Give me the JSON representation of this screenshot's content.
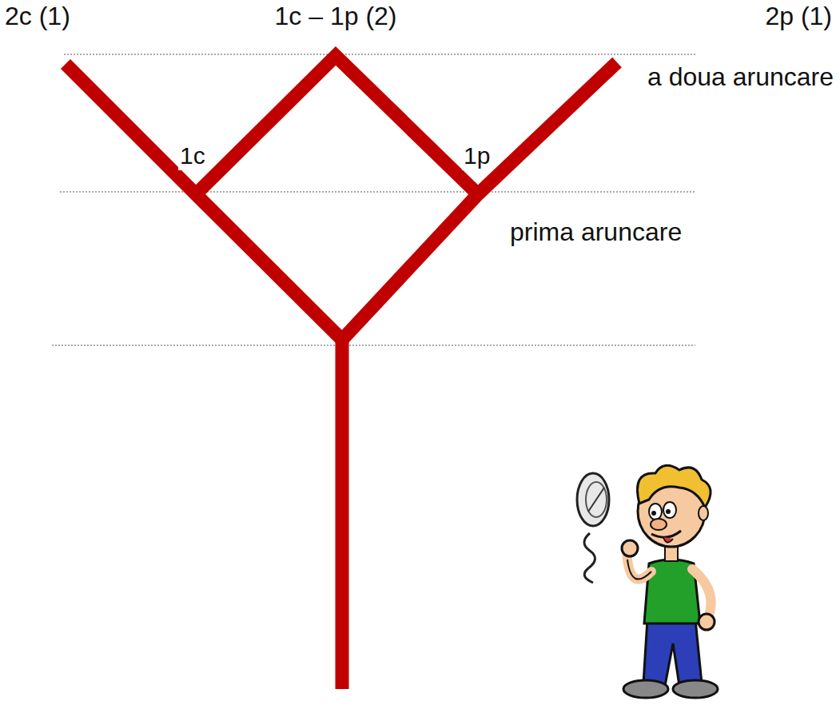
{
  "diagram": {
    "labels": [
      "2c (1)",
      "1c – 1p (2)",
      "2p (1)",
      "1c",
      "1p",
      "a doua aruncare",
      "prima aruncare"
    ]
  }
}
